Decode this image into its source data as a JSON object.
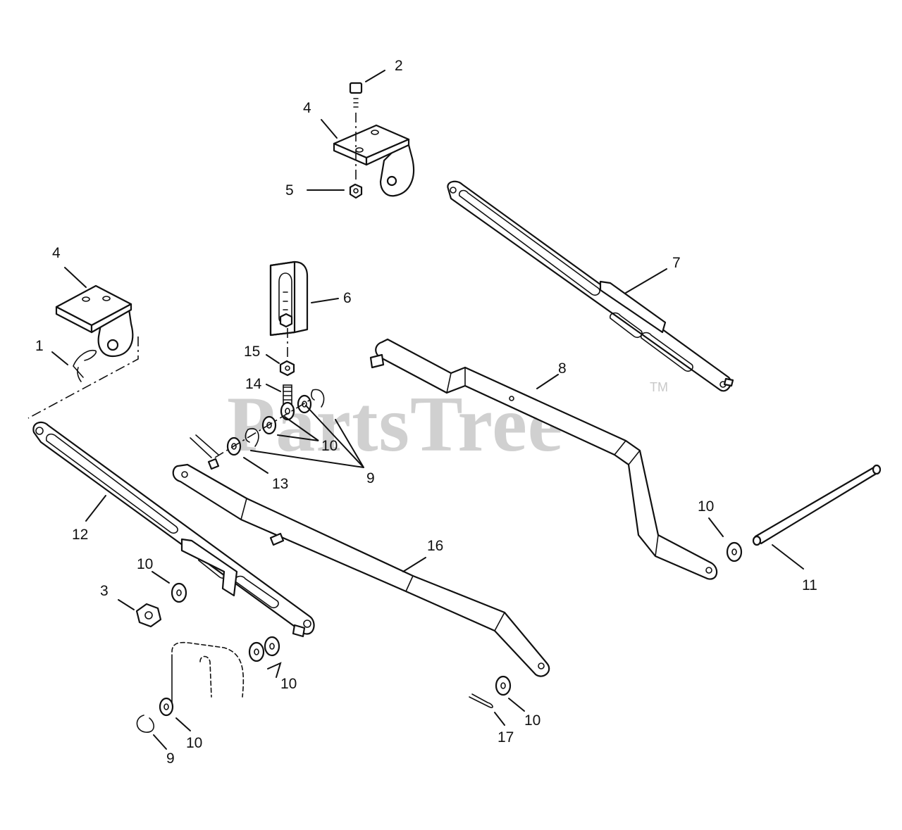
{
  "watermark": {
    "text": "PartsTree",
    "tm": "TM"
  },
  "callouts": {
    "c1": "1",
    "c2": "2",
    "c3": "3",
    "c4a": "4",
    "c4b": "4",
    "c5": "5",
    "c6": "6",
    "c7": "7",
    "c8": "8",
    "c9a": "9",
    "c9b": "9",
    "c10a": "10",
    "c10b": "10",
    "c10c": "10",
    "c10d": "10",
    "c10e": "10",
    "c10f": "10",
    "c11": "11",
    "c12": "12",
    "c13": "13",
    "c14": "14",
    "c15": "15",
    "c16": "16",
    "c17": "17"
  }
}
